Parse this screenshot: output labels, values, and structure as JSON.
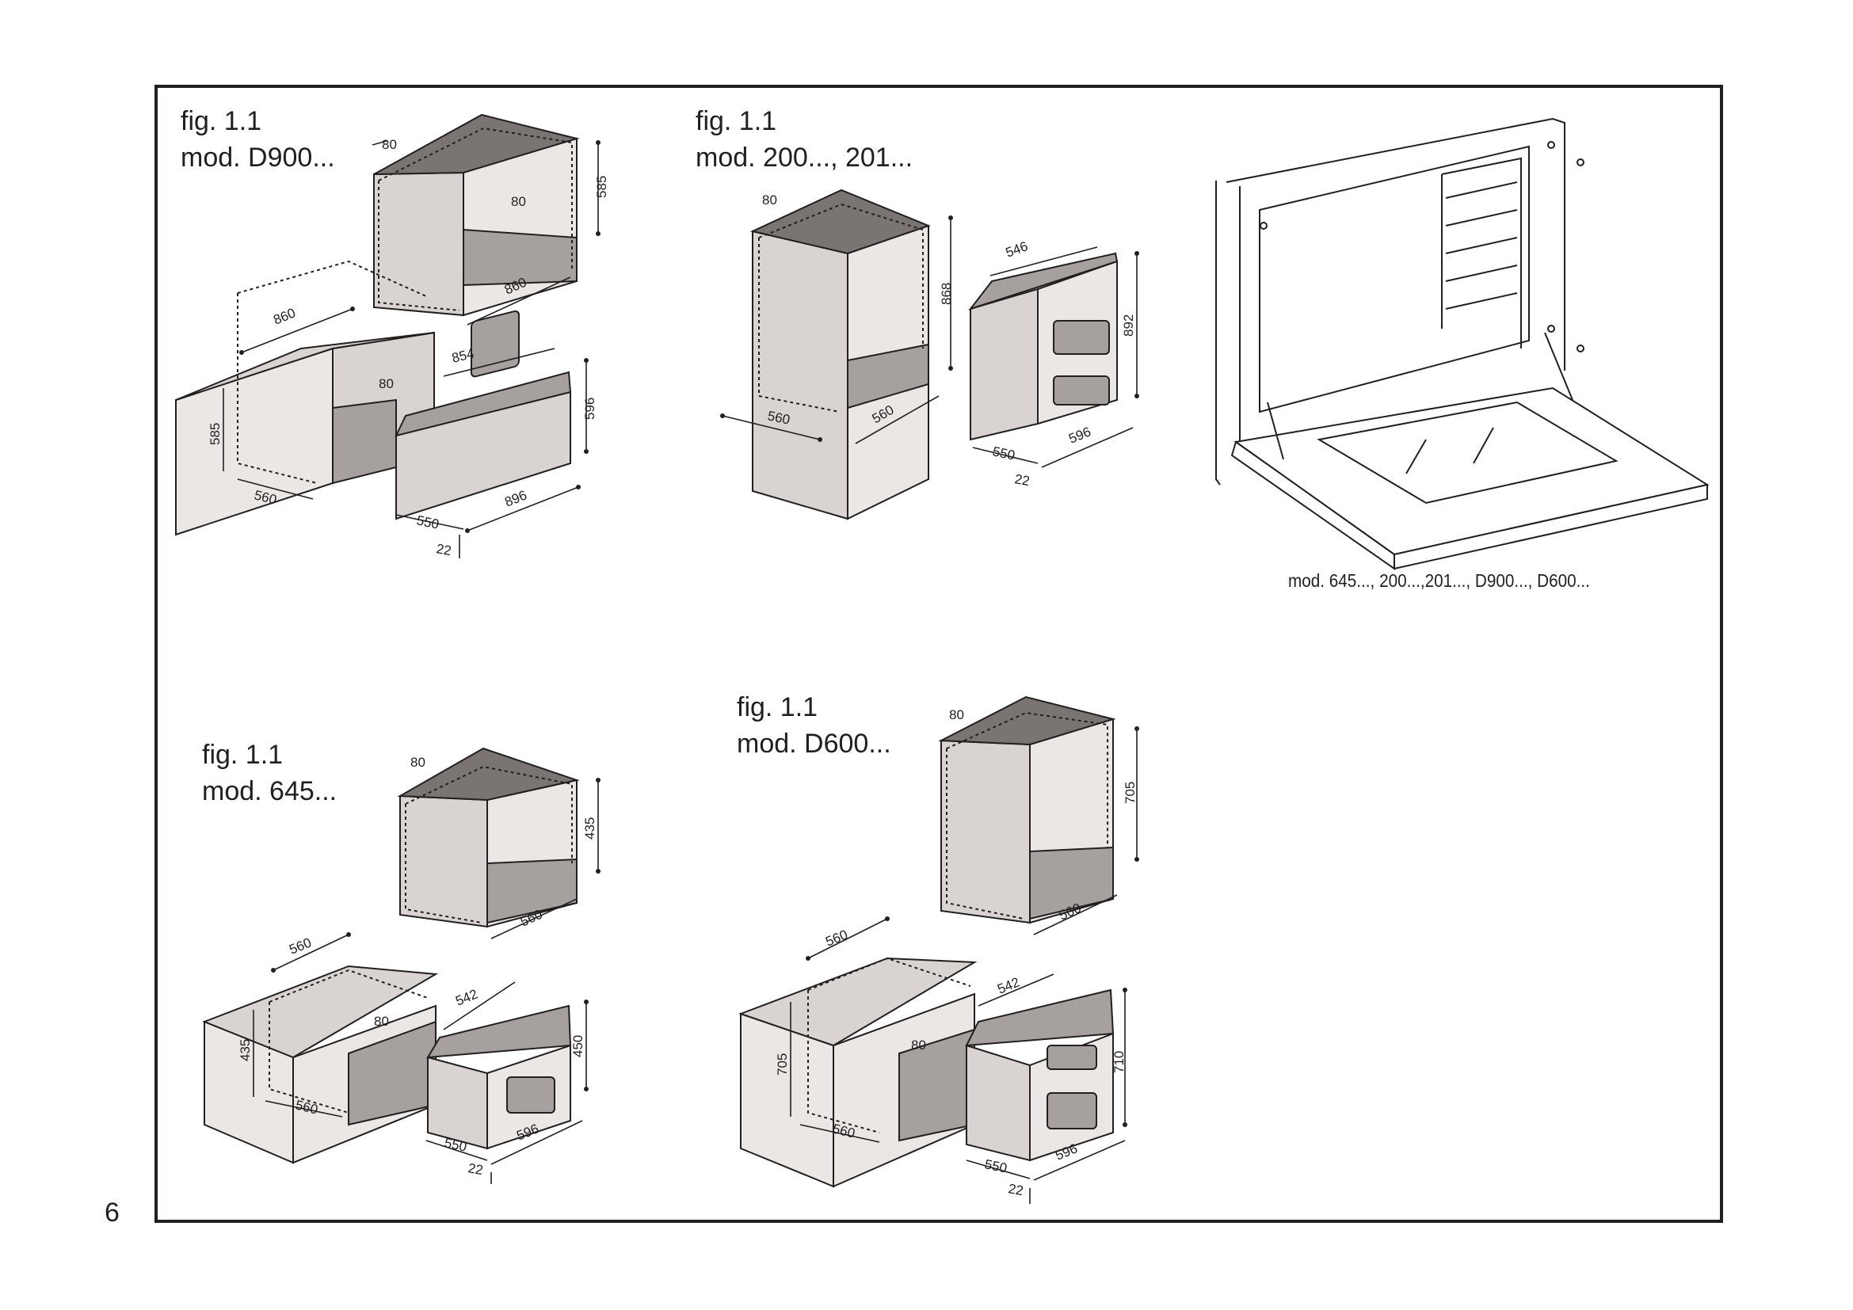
{
  "page_number": "6",
  "figures": {
    "d900": {
      "fig": "fig. 1.1",
      "model": "mod. D900...",
      "dims": {
        "top_width": "80",
        "cab_height": "585",
        "cab_depth": "860",
        "mid_80": "80",
        "base_depth": "860",
        "base_width": "854",
        "base_height": "585",
        "base_bottom": "560",
        "base_80": "80",
        "oven_height": "596",
        "oven_depth": "550",
        "oven_width": "896",
        "front": "22"
      }
    },
    "m200": {
      "fig": "fig. 1.1",
      "model": "mod. 200..., 201...",
      "dims": {
        "top_width": "80",
        "height": "868",
        "depth_left": "560",
        "depth_right": "560",
        "oven_top": "546",
        "oven_height": "892",
        "oven_depth": "550",
        "oven_width": "596",
        "front": "22"
      }
    },
    "m645": {
      "fig": "fig. 1.1",
      "model": "mod. 645...",
      "dims": {
        "top_width": "80",
        "cab_height": "435",
        "cab_depth": "560",
        "base_depth": "560",
        "base_top": "542",
        "base_80": "80",
        "base_height": "435",
        "base_bottom": "560",
        "oven_height": "450",
        "oven_depth": "550",
        "oven_width": "596",
        "front": "22"
      }
    },
    "d600": {
      "fig": "fig. 1.1",
      "model": "mod. D600...",
      "dims": {
        "top_width": "80",
        "cab_height": "705",
        "cab_depth": "560",
        "base_depth": "560",
        "base_top": "542",
        "base_80": "80",
        "base_height": "705",
        "base_bottom": "560",
        "oven_height": "710",
        "oven_depth": "550",
        "oven_width": "596",
        "front": "22"
      }
    }
  },
  "oven_detail": {
    "models_caption": "mod. 645..., 200...,201..., D900..., D600..."
  },
  "colors": {
    "ink": "#231f20",
    "panel_light": "#ebe7e5",
    "panel_mid": "#d9d4d1",
    "panel_dark": "#a6a19e",
    "panel_top": "#7a7573"
  }
}
